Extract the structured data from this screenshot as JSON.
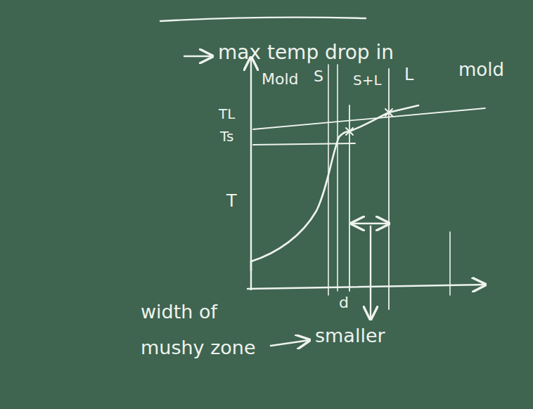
{
  "diagram": {
    "labels": [
      "max temp drop in",
      "mold",
      "Mold",
      "S",
      "S+L",
      "L",
      "TL",
      "Ts",
      "T",
      "d",
      "width of mushy zone",
      "smaller"
    ]
  }
}
